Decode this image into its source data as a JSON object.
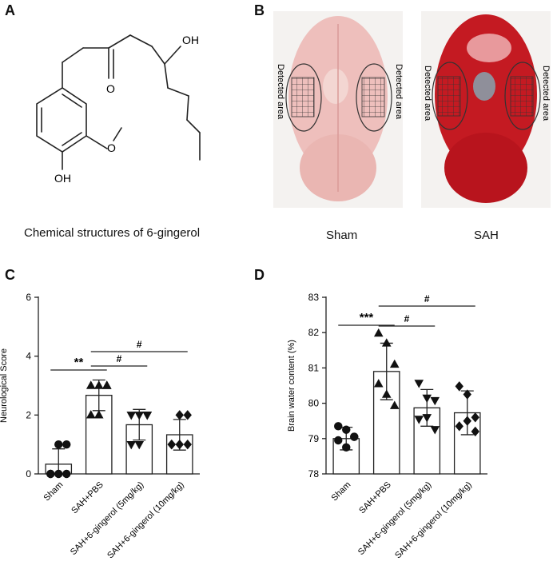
{
  "panels": {
    "a": {
      "letter": "A",
      "caption": "Chemical structures of 6-gingerol",
      "atom_labels": {
        "oh_top": "OH",
        "oh_bottom": "OH",
        "ketone_o": "O"
      }
    },
    "b": {
      "letter": "B",
      "photo_labels": [
        "Sham",
        "SAH"
      ],
      "detected_area_label": "Detected area",
      "colors": {
        "sham_tissue": "#eebfbc",
        "sah_tissue": "#c41a22",
        "background": "#f4f2f0"
      }
    },
    "c": {
      "letter": "C"
    },
    "d": {
      "letter": "D"
    }
  },
  "chart_data": [
    {
      "type": "bar",
      "ylabel": "Neurological Score",
      "categories": [
        "Sham",
        "SAH+PBS",
        "SAH+6-gingerol (5mg/kg)",
        "SAH+6-gingerol (10mg/kg)"
      ],
      "means": [
        0.33,
        2.67,
        1.67,
        1.33
      ],
      "sd": [
        0.52,
        0.52,
        0.52,
        0.52
      ],
      "ylim": [
        0,
        6
      ],
      "yticks": [
        "0",
        "2",
        "4",
        "6"
      ],
      "markers": [
        "circle",
        "triangle-up",
        "triangle-down",
        "diamond"
      ],
      "points": [
        [
          0,
          0,
          0,
          0,
          1,
          1
        ],
        [
          2,
          2,
          3,
          3,
          3,
          3
        ],
        [
          1,
          1,
          2,
          2,
          2,
          2
        ],
        [
          1,
          1,
          1,
          1,
          2,
          2
        ]
      ],
      "significance": [
        {
          "from": 0,
          "to": 1,
          "label": "**"
        },
        {
          "from": 1,
          "to": 2,
          "label": "#"
        },
        {
          "from": 1,
          "to": 3,
          "label": "#"
        }
      ]
    },
    {
      "type": "bar",
      "ylabel": "Brain water content (%)",
      "categories": [
        "Sham",
        "SAH+PBS",
        "SAH+6-gingerol (5mg/kg)",
        "SAH+6-gingerol (10mg/kg)"
      ],
      "means": [
        79.0,
        80.9,
        79.87,
        79.73
      ],
      "sd": [
        0.32,
        0.8,
        0.52,
        0.62
      ],
      "ylim": [
        78,
        83
      ],
      "yticks": [
        "78",
        "79",
        "80",
        "81",
        "82",
        "83"
      ],
      "markers": [
        "circle",
        "triangle-up",
        "triangle-down",
        "diamond"
      ],
      "points": [
        [
          79.35,
          79.25,
          79.05,
          78.95,
          78.75,
          79.05
        ],
        [
          81.98,
          81.7,
          81.1,
          80.55,
          80.25,
          79.93
        ],
        [
          80.57,
          80.15,
          80.08,
          79.55,
          79.6,
          79.26
        ],
        [
          80.48,
          80.25,
          79.6,
          79.35,
          79.5,
          79.2
        ]
      ],
      "significance": [
        {
          "from": 0,
          "to": 1,
          "label": "***"
        },
        {
          "from": 1,
          "to": 2,
          "label": "#"
        },
        {
          "from": 1,
          "to": 3,
          "label": "#"
        }
      ]
    }
  ]
}
